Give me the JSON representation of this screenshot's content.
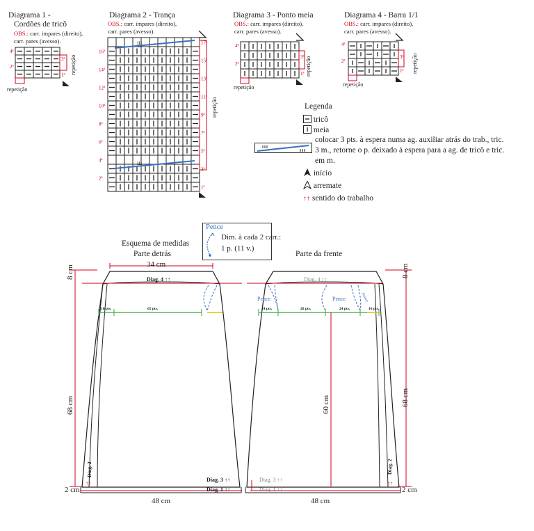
{
  "diagrams": [
    {
      "title_line1": "Diagrama 1 -",
      "title_line2": "Cordões de tricô",
      "obs_label": "OBS.:",
      "obs_text1": "carr. impares (direito),",
      "obs_text2": "carr. pares (avesso).",
      "rows_left": [
        "4ª",
        "2ª"
      ],
      "rows_right": [
        "3ª",
        "1ª"
      ],
      "repeat_v": "repetição",
      "repeat_h": "repetição"
    },
    {
      "title": "Diagrama 2 - Trança",
      "obs_label": "OBS.:",
      "obs_text1": "carr. impares (direito),",
      "obs_text2": "carr. pares (avesso).",
      "rows_left": [
        "16ª",
        "14ª",
        "12ª",
        "10ª",
        "8ª",
        "6ª",
        "4ª",
        "2ª"
      ],
      "rows_right": [
        "17ª",
        "15ª",
        "13ª",
        "11ª",
        "9ª",
        "7ª",
        "5ª",
        "3ª",
        "1ª"
      ],
      "repeat_v": "repetição"
    },
    {
      "title": "Diagrama 3 - Ponto meia",
      "obs_label": "OBS.:",
      "obs_text1": "carr. impares (direito),",
      "obs_text2": "carr. pares (avesso).",
      "rows_left": [
        "4ª",
        "2ª"
      ],
      "rows_right": [
        "3ª",
        "1ª"
      ],
      "repeat_v": "repetição",
      "repeat_h": "repetição"
    },
    {
      "title": "Diagrama 4 - Barra 1/1",
      "obs_label": "OBS.:",
      "obs_text1": "carr. impares (direito),",
      "obs_text2": "carr. pares (avesso).",
      "rows_left": [
        "4ª",
        "2ª"
      ],
      "rows_right": [
        "3ª",
        "1ª"
      ],
      "repeat_v": "repetição",
      "repeat_h": "repetição"
    }
  ],
  "legend": {
    "title": "Legenda",
    "trico": "tricô",
    "meia": "meia",
    "cable": "colocar 3 pts. à espera numa ag. auxiliar atrás do trab., tric. 3 m., retorne o p. deixado à espera para a ag. de tricô e tric. em m.",
    "inicio": "início",
    "arremate": "arremate",
    "sentido": "sentido do trabalho",
    "cable_mark": "ııı",
    "cable_mark2": "ııı"
  },
  "pence_box": {
    "label": "Pence",
    "text1": "Dim. à cada 2 carr.:",
    "text2": "1 p. (11 v.)"
  },
  "schema": {
    "title": "Esquema de medidas",
    "back": "Parte detrás",
    "front": "Parte da frente",
    "top_back": "34 cm",
    "left_8": "8 cm",
    "left_68": "68 cm",
    "left_2": "2 cm",
    "right_8": "8 cm",
    "right_68": "68 cm",
    "right_2": "2 cm",
    "bottom_back": "48 cm",
    "bottom_front": "48 cm",
    "center_60": "60 cm",
    "diag4_back": "Diag. 4 ↑↑",
    "diag4_front": "Diag. 4 ↑↑",
    "diag3_back": "Diag. 3 ↑↑",
    "diag3_front": "Diag. 3 ↑↑",
    "diag1_back": "Diag. 1 ↑↑",
    "diag1_front": "Diag. 1 ↑↑",
    "diag2_back": "Diag. 2",
    "diag2_front": "Diag. 2",
    "arrows_back": "↑↑",
    "arrows_front": "↑↑",
    "back_10": "10 pts.",
    "back_65": "65 pts.",
    "front_24a": "24 pts.",
    "front_28": "28 pts.",
    "front_24b": "24 pts.",
    "front_10": "10 pts.",
    "pence_a": "Pence",
    "pence_b": "Pence",
    "pence_c": "Pence"
  }
}
